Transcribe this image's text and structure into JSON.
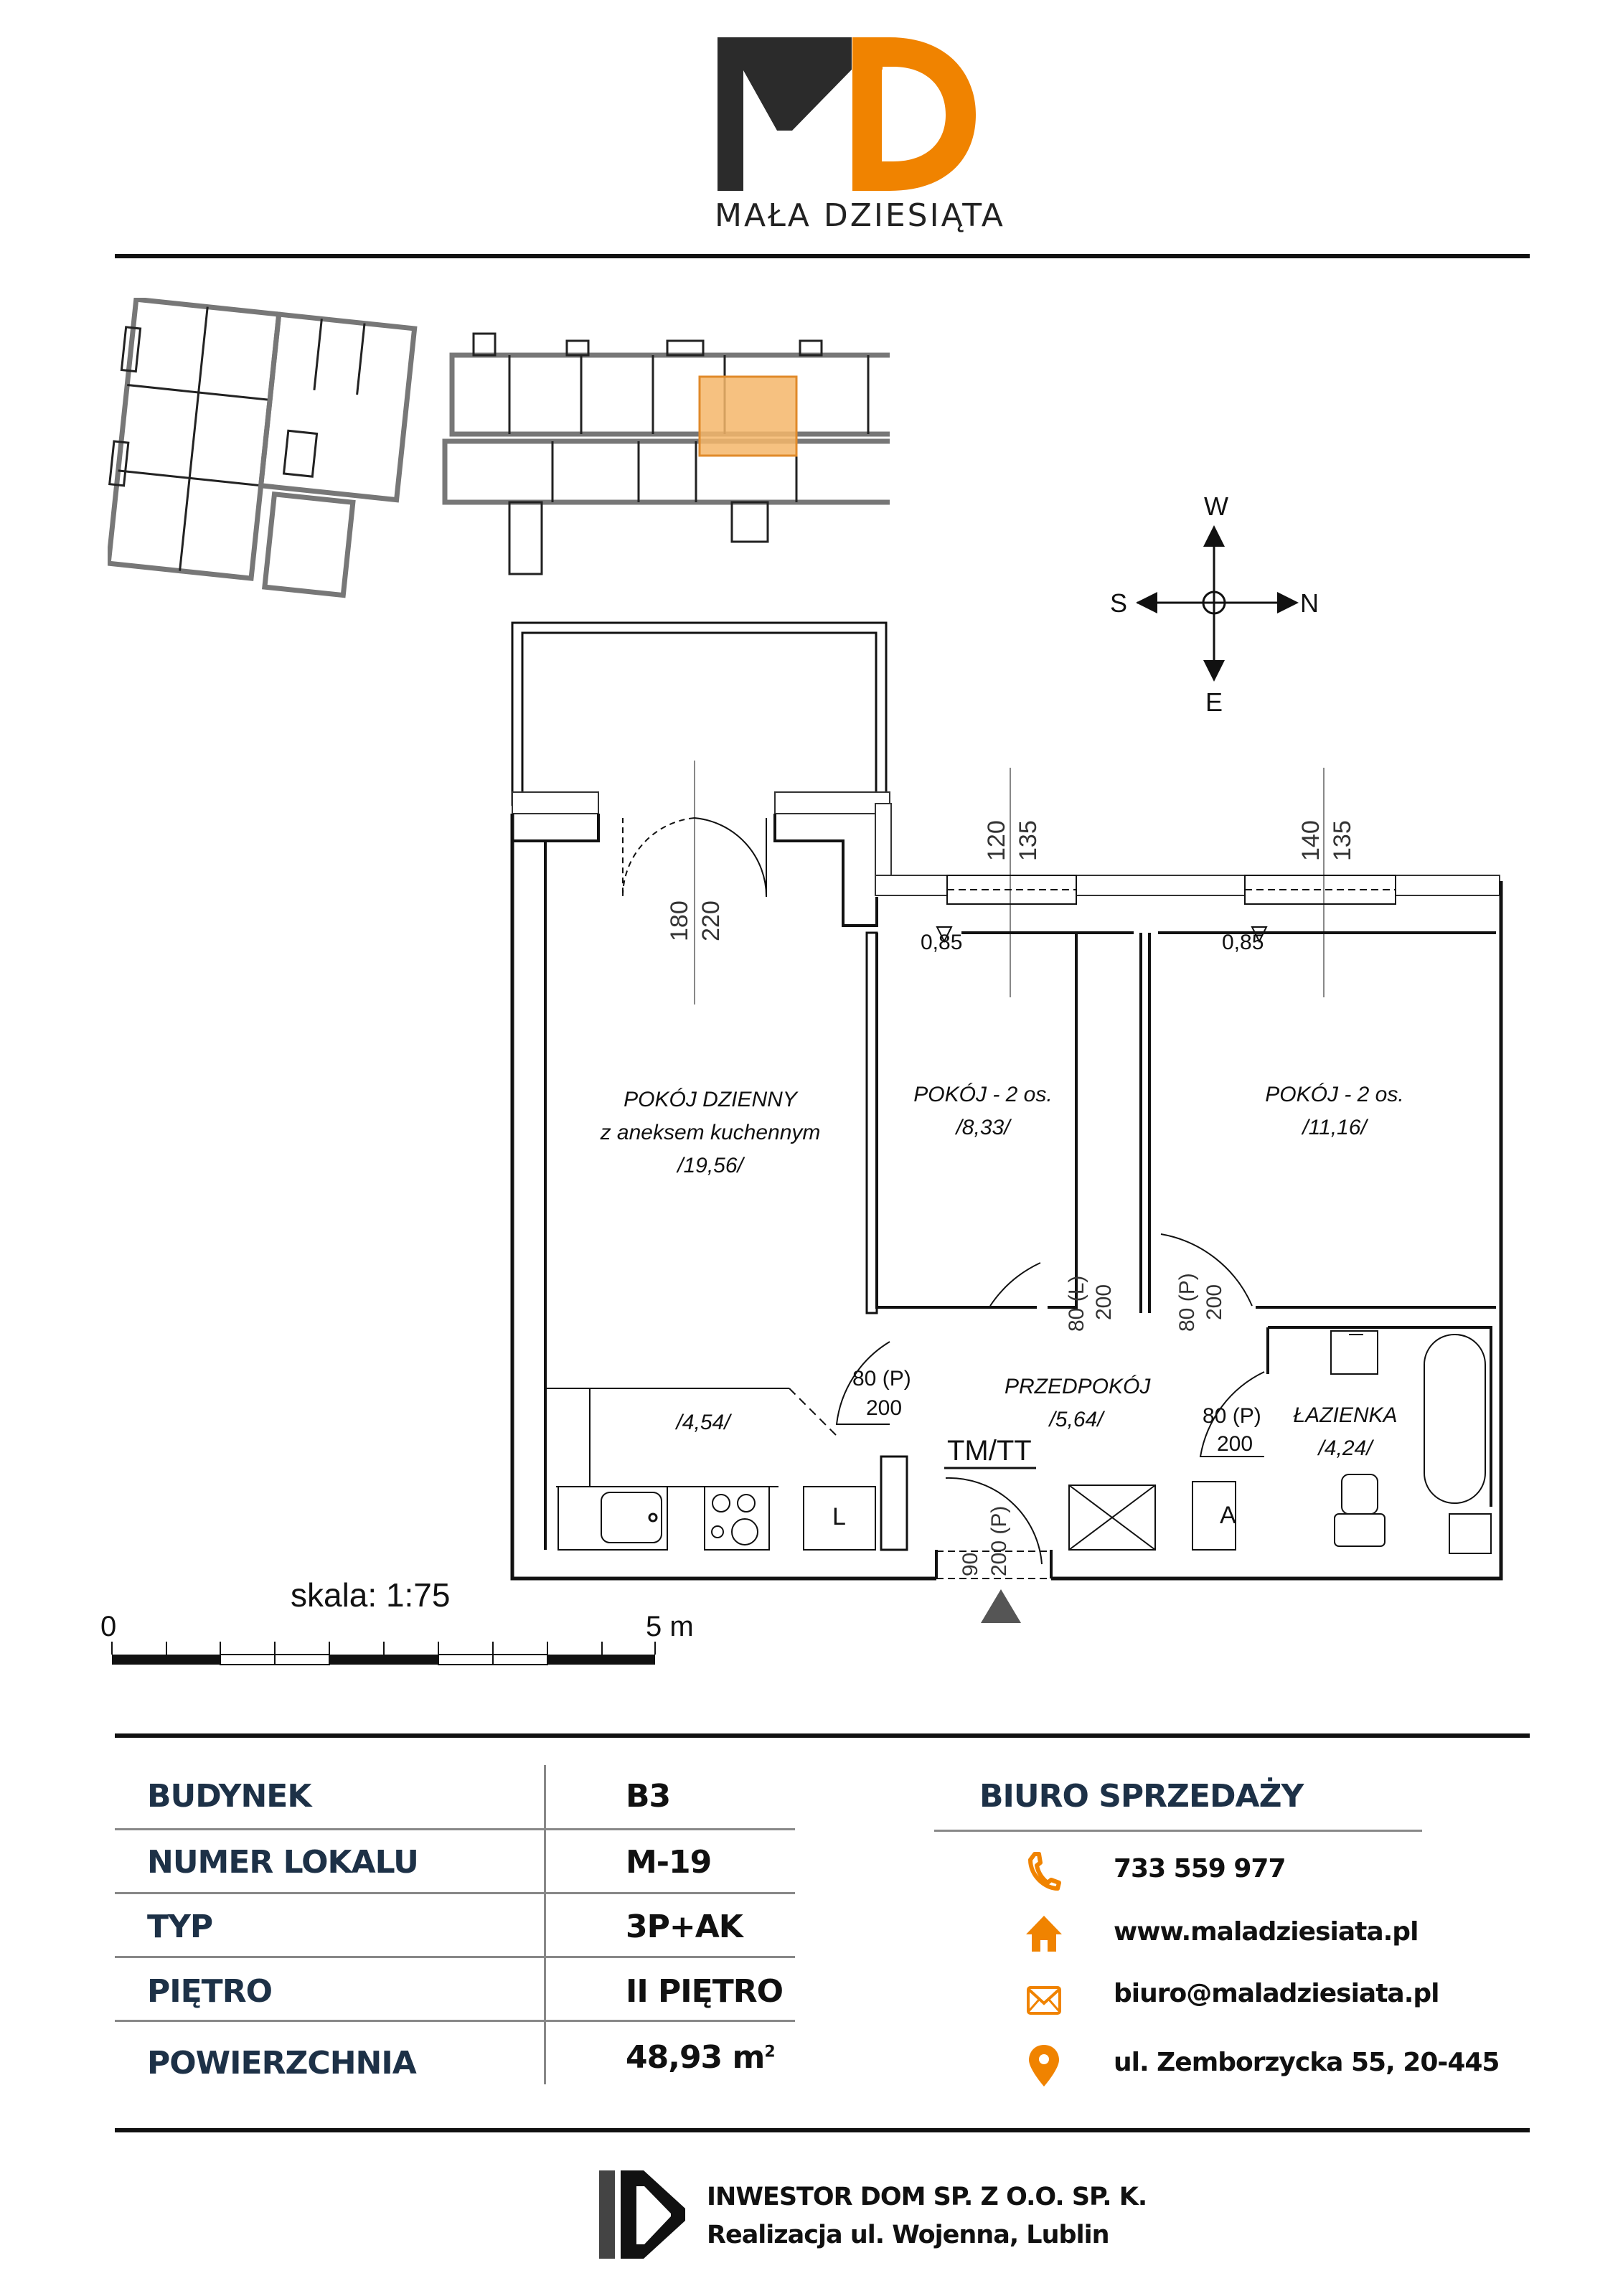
{
  "brand": {
    "name": "MAŁA DZIESIĄTA",
    "logo_letters": "MD",
    "colors": {
      "dark": "#2b2b2b",
      "orange": "#f08300"
    }
  },
  "compass": {
    "top": "W",
    "bottom": "E",
    "left": "S",
    "right": "N"
  },
  "floor_plan": {
    "rooms": [
      {
        "name": "POKÓJ DZIENNY",
        "subtitle": "z aneksem kuchennym",
        "area": "/19,56/"
      },
      {
        "name": "POKÓJ - 2 os.",
        "area": "/8,33/"
      },
      {
        "name": "POKÓJ - 2 os.",
        "area": "/11,16/"
      },
      {
        "name": "PRZEDPOKÓJ",
        "area": "/5,64/"
      },
      {
        "name": "ŁAZIENKA",
        "area": "/4,24/"
      },
      {
        "name": "",
        "area": "/4,54/"
      }
    ],
    "balcony_door": {
      "width": "180",
      "height": "220"
    },
    "windows": [
      {
        "width": "120",
        "height": "135",
        "sill": "0,85"
      },
      {
        "width": "140",
        "height": "135",
        "sill": "0,85"
      }
    ],
    "doors": [
      {
        "width": "80 (L)",
        "height": "200"
      },
      {
        "width": "80 (P)",
        "height": "200"
      },
      {
        "width": "80 (P)",
        "height": "200"
      },
      {
        "width": "80 (P)",
        "height": "200"
      },
      {
        "width": "90",
        "height": "200 (P)"
      }
    ],
    "fixtures": {
      "fridge_label": "L",
      "washer_label": "A",
      "meter_label": "TM/TT"
    }
  },
  "scale": {
    "label": "skala: 1:75",
    "start": "0",
    "end": "5 m"
  },
  "details": [
    {
      "label": "BUDYNEK",
      "value": "B3"
    },
    {
      "label": "NUMER LOKALU",
      "value": "M-19"
    },
    {
      "label": "TYP",
      "value": "3P+AK"
    },
    {
      "label": "PIĘTRO",
      "value": "II PIĘTRO"
    },
    {
      "label": "POWIERZCHNIA",
      "value": "48,93 m",
      "unit_sup": "2"
    }
  ],
  "sales_office": {
    "title": "BIURO SPRZEDAŻY",
    "contacts": [
      {
        "icon": "phone-icon",
        "text": "733 559 977"
      },
      {
        "icon": "home-icon",
        "text": "www.maladziesiata.pl"
      },
      {
        "icon": "mail-icon",
        "text": "biuro@maladziesiata.pl"
      },
      {
        "icon": "location-pin-icon",
        "text": "ul. Zemborzycka 55, 20-445"
      }
    ]
  },
  "footer": {
    "logo_letters": "ID",
    "company": "INWESTOR DOM SP. Z O.O. SP. K.",
    "project": "Realizacja ul. Wojenna, Lublin"
  }
}
